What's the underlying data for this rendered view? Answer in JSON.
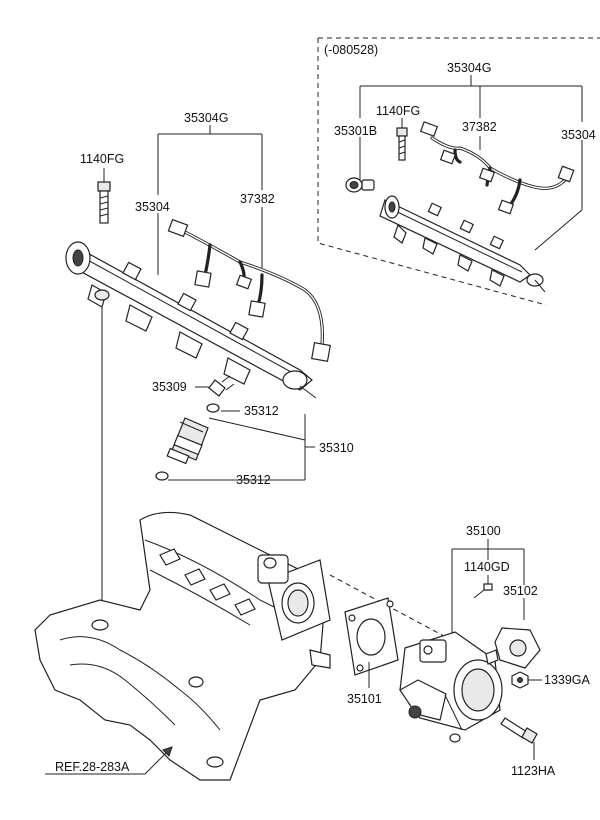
{
  "labels": {
    "variant": "(-080528)",
    "harness_assy_right": "35304G",
    "bolt_right": "1140FG",
    "harness_right": "37382",
    "clip_right": "35301B",
    "rail_right": "35304",
    "harness_assy_left": "35304G",
    "bolt_left": "1140FG",
    "rail_left": "35304",
    "harness_left": "37382",
    "clip_injector": "35309",
    "oring_top": "35312",
    "injector": "35310",
    "oring_bottom": "35312",
    "throttle_body": "35100",
    "bolt_tps": "1140GD",
    "tps": "35102",
    "gasket": "35101",
    "nut": "1339GA",
    "bolt_throttle": "1123HA",
    "ref": "REF.28-283A"
  }
}
